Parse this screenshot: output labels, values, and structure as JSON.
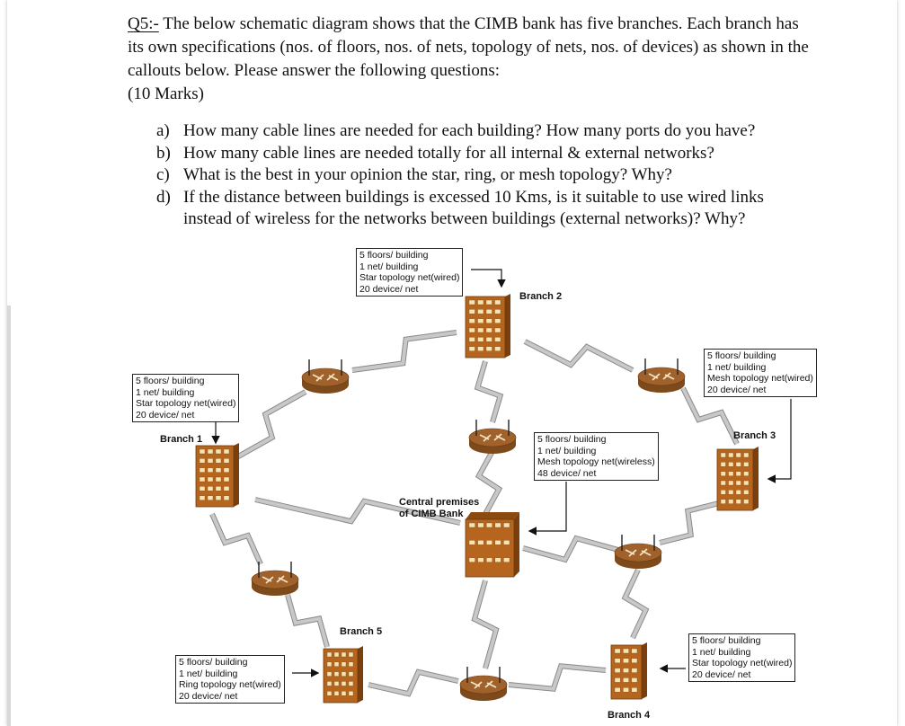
{
  "question": {
    "label": "Q5:-",
    "intro_rest": " The below schematic diagram shows that the CIMB bank has five branches. Each branch has its own specifications (nos. of floors, nos. of nets, topology of nets, nos. of devices) as shown in the callouts below. Please answer the following questions:",
    "marks": "(10 Marks)",
    "items": [
      {
        "letter": "a)",
        "text": "How many cable lines are needed for each building? How many ports do you have?"
      },
      {
        "letter": "b)",
        "text": "How many cable lines are needed totally for all internal & external networks?"
      },
      {
        "letter": "c)",
        "text": "What is the best in your opinion the star, ring, or mesh topology? Why?"
      },
      {
        "letter": "d)",
        "text": "If the distance between buildings is excessed 10 Kms, is it suitable to use wired links instead of wireless for the networks between buildings (external networks)? Why?"
      }
    ]
  },
  "diagram": {
    "branch_labels": {
      "branch1": "Branch 1",
      "branch2": "Branch 2",
      "branch3": "Branch 3",
      "branch4": "Branch 4",
      "branch5": "Branch 5",
      "central_line1": "Central premises",
      "central_line2": "of CIMB Bank"
    },
    "callouts": {
      "branch2": [
        "5 floors/ building",
        "1 net/ building",
        "Star topology net(wired)",
        "20 device/ net"
      ],
      "branch1": [
        "5 floors/ building",
        "1 net/ building",
        "Star topology net(wired)",
        "20 device/ net"
      ],
      "branch3": [
        "5 floors/ building",
        "1 net/ building",
        "Mesh topology net(wired)",
        "20 device/ net"
      ],
      "central": [
        "5 floors/ building",
        "1 net/ building",
        "Mesh topology net(wireless)",
        "48 device/ net"
      ],
      "branch5": [
        "5 floors/ building",
        "1 net/ building",
        "Ring topology net(wired)",
        "20 device/ net"
      ],
      "branch4": [
        "5 floors/ building",
        "1 net/ building",
        "Star topology net(wired)",
        "20 device/ net"
      ]
    },
    "colors": {
      "building": "#b5651d",
      "building_window": "#f6e3b4",
      "router": "#a0612a",
      "link": "#c8c8c8",
      "link_outline": "#8a8a8a"
    }
  }
}
